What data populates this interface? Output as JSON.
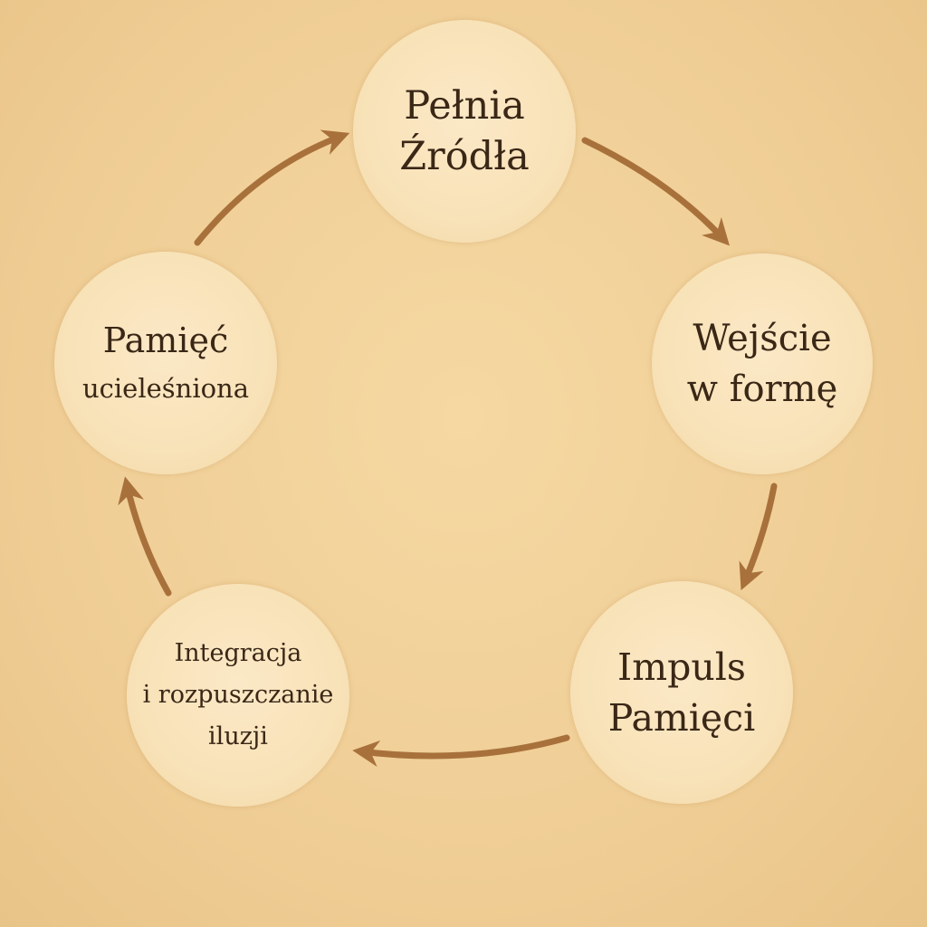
{
  "diagram": {
    "type": "cycle",
    "direction": "clockwise",
    "colors": {
      "background": "#f0cf97",
      "node_fill": "#f8e2b8",
      "arrow": "#a8713c",
      "text": "#3a2716"
    },
    "nodes": [
      {
        "lines": [
          "Pełnia",
          "Źródła"
        ]
      },
      {
        "lines": [
          "Wejście",
          "w formę"
        ]
      },
      {
        "lines": [
          "Impuls",
          "Pamięci"
        ]
      },
      {
        "lines": [
          "Integracja",
          "i rozpuszczanie",
          "iluzji"
        ]
      },
      {
        "lines": [
          "Pamięć",
          "ucieleśniona"
        ]
      }
    ]
  }
}
